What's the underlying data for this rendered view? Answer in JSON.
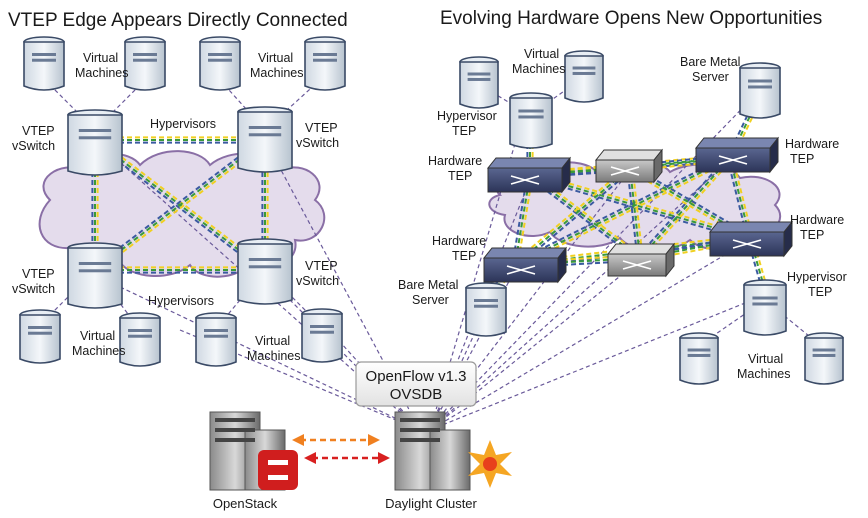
{
  "titles": {
    "left": "VTEP Edge Appears Directly Connected",
    "right": "Evolving Hardware Opens New Opportunities"
  },
  "left": {
    "virtual_machines_top_a": [
      "Virtual",
      "Machines"
    ],
    "virtual_machines_top_b": [
      "Virtual",
      "Machines"
    ],
    "hypervisors_top": "Hypervisors",
    "vtep_top_left": [
      "VTEP",
      "vSwitch"
    ],
    "vtep_top_right": [
      "VTEP",
      "vSwitch"
    ],
    "vtep_bottom_left": [
      "VTEP",
      "vSwitch"
    ],
    "vtep_bottom_right": [
      "VTEP",
      "vSwitch"
    ],
    "hypervisors_bottom": "Hypervisors",
    "virtual_machines_bottom_a": [
      "Virtual",
      "Machines"
    ],
    "virtual_machines_bottom_b": [
      "Virtual",
      "Machines"
    ]
  },
  "right": {
    "virtual_machines_top": [
      "Virtual",
      "Machines"
    ],
    "bare_metal_top": [
      "Bare Metal",
      "Server"
    ],
    "hypervisor_tep_top": [
      "Hypervisor",
      "TEP"
    ],
    "hardware_tep_1": [
      "Hardware",
      "TEP"
    ],
    "hardware_tep_2": [
      "Hardware",
      "TEP"
    ],
    "hardware_tep_3": [
      "Hardware",
      "TEP"
    ],
    "hardware_tep_4": [
      "Hardware",
      "TEP"
    ],
    "bare_metal_bottom": [
      "Bare Metal",
      "Server"
    ],
    "hypervisor_tep_bottom": [
      "Hypervisor",
      "TEP"
    ],
    "virtual_machines_bottom": [
      "Virtual",
      "Machines"
    ]
  },
  "controller": {
    "protocols": [
      "OpenFlow v1.3",
      "OVSDB"
    ],
    "openstack_label": "OpenStack",
    "daylight_label": "Daylight Cluster"
  },
  "colors": {
    "cloud_fill": "#e4dcec",
    "cloud_stroke": "#8a6fa6",
    "mgmt_line": "#6a5a9a",
    "tunnel_yellow": "#f0d020",
    "tunnel_green": "#3a9a3a",
    "tunnel_blue": "#3a5aa0",
    "switch_dark": "#3e4870",
    "switch_grey": "#9a9a9a",
    "orange_arrow": "#f08020",
    "red_arrow": "#d82020",
    "openstack_red": "#d01e1e",
    "daylight_star": "#f5a623"
  }
}
